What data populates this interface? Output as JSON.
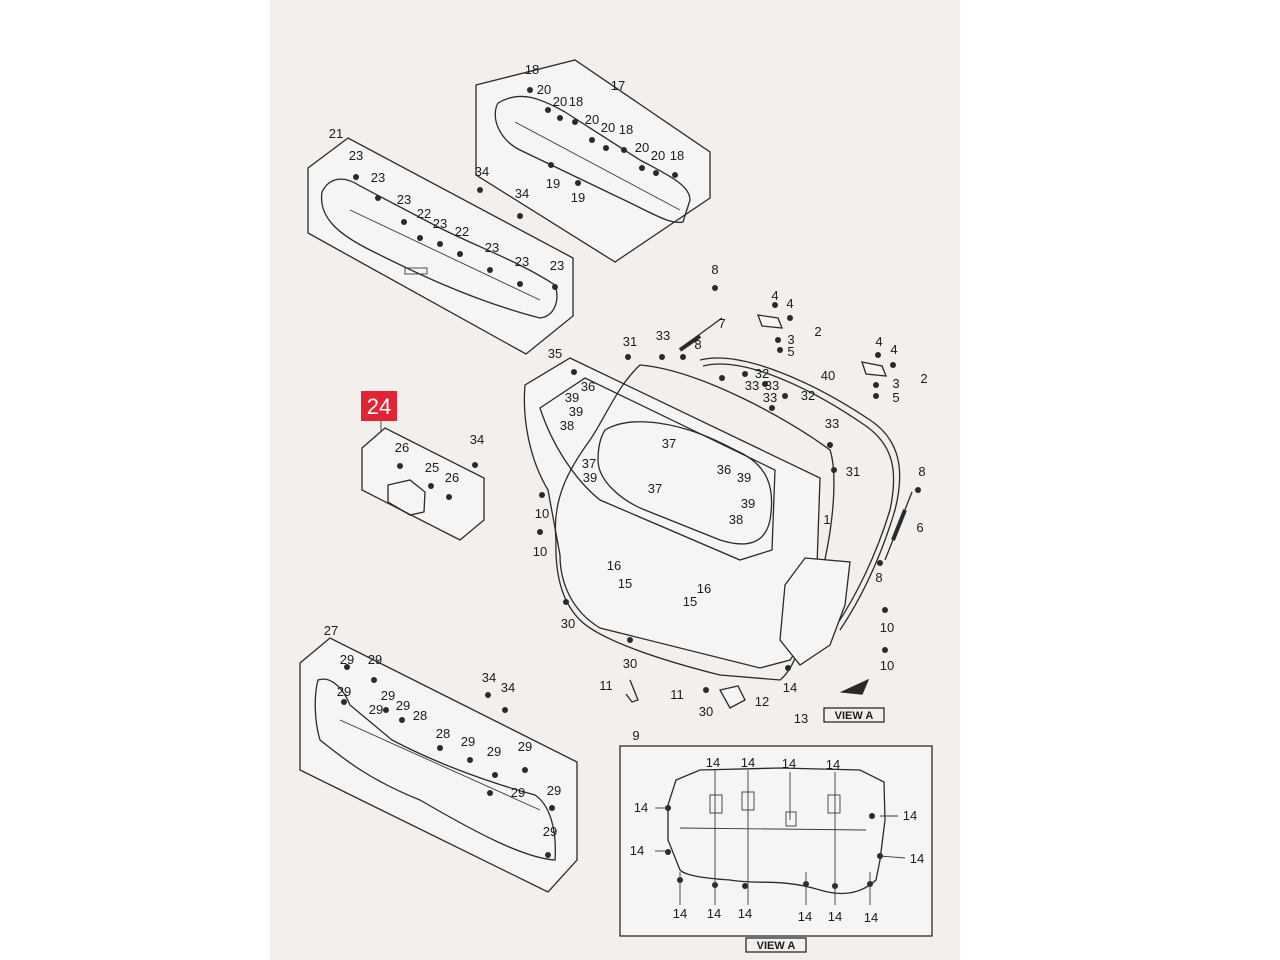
{
  "diagram": {
    "highlighted_part": "24",
    "view_label": "VIEW A",
    "view_caption": "VIEW A",
    "labels": {
      "p1": "1",
      "p2": "2",
      "p3": "3",
      "p4": "4",
      "p5": "5",
      "p6": "6",
      "p7": "7",
      "p8": "8",
      "p9": "9",
      "p10": "10",
      "p11": "11",
      "p12": "12",
      "p13": "13",
      "p14": "14",
      "p15": "15",
      "p16": "16",
      "p17": "17",
      "p18": "18",
      "p19": "19",
      "p20": "20",
      "p21": "21",
      "p22": "22",
      "p23": "23",
      "p25": "25",
      "p26": "26",
      "p27": "27",
      "p28": "28",
      "p29": "29",
      "p30": "30",
      "p31": "31",
      "p32": "32",
      "p33": "33",
      "p34": "34",
      "p35": "35",
      "p36": "36",
      "p37": "37",
      "p38": "38",
      "p39": "39",
      "p40": "40"
    }
  }
}
